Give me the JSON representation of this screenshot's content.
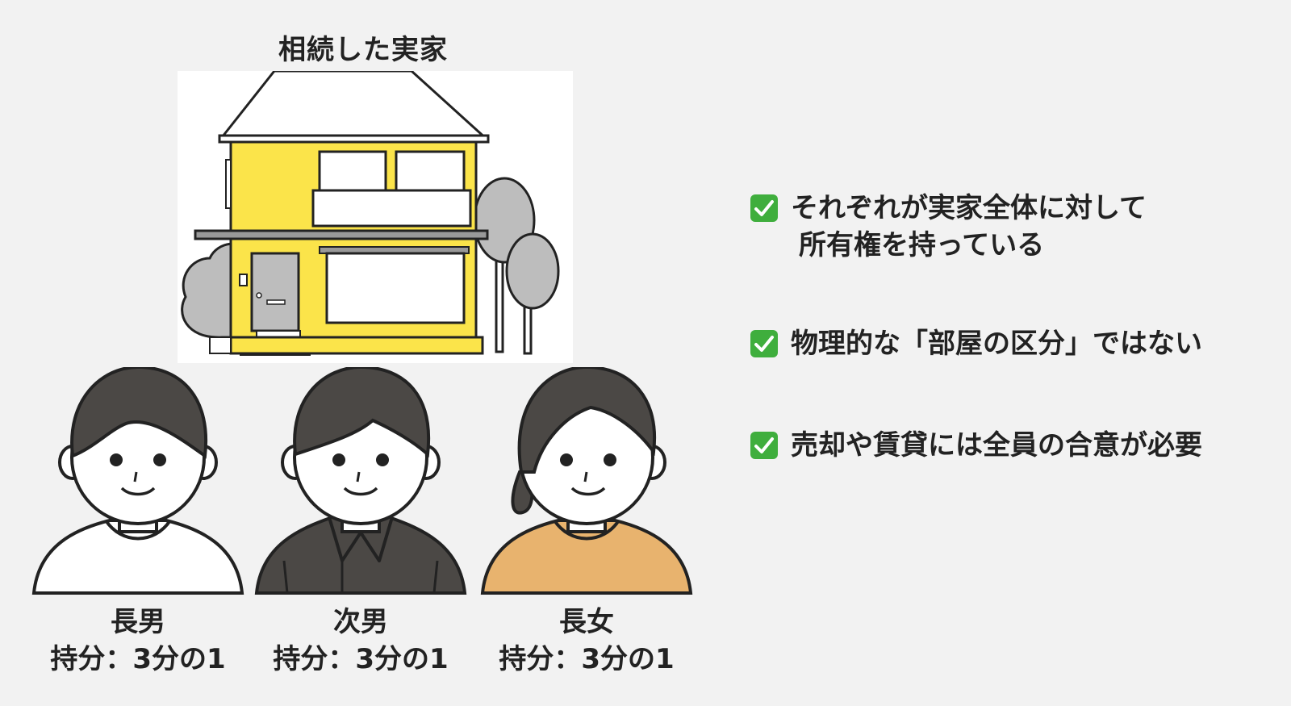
{
  "title": "相続した実家",
  "people": [
    {
      "name": "長男",
      "share": "持分：3分の1",
      "shirt_color": "#ffffff"
    },
    {
      "name": "次男",
      "share": "持分：3分の1",
      "shirt_color": "#4b4845"
    },
    {
      "name": "長女",
      "share": "持分：3分の1",
      "shirt_color": "#e8b36e"
    }
  ],
  "bullets": [
    {
      "line1": "それぞれが実家全体に対して",
      "line2": "所有権を持っている"
    },
    {
      "line1": "物理的な「部屋の区分」ではない",
      "line2": ""
    },
    {
      "line1": "売却や賃貸には全員の合意が必要",
      "line2": ""
    }
  ],
  "colors": {
    "background": "#f2f2f2",
    "house_wall": "#fbe44a",
    "tree": "#bdbdbd",
    "hair": "#4b4845",
    "check": "#3fae3d"
  },
  "icons": {
    "bullet": "check-mark-icon",
    "house": "house-icon",
    "tree": "tree-icon",
    "person": "person-icon"
  }
}
